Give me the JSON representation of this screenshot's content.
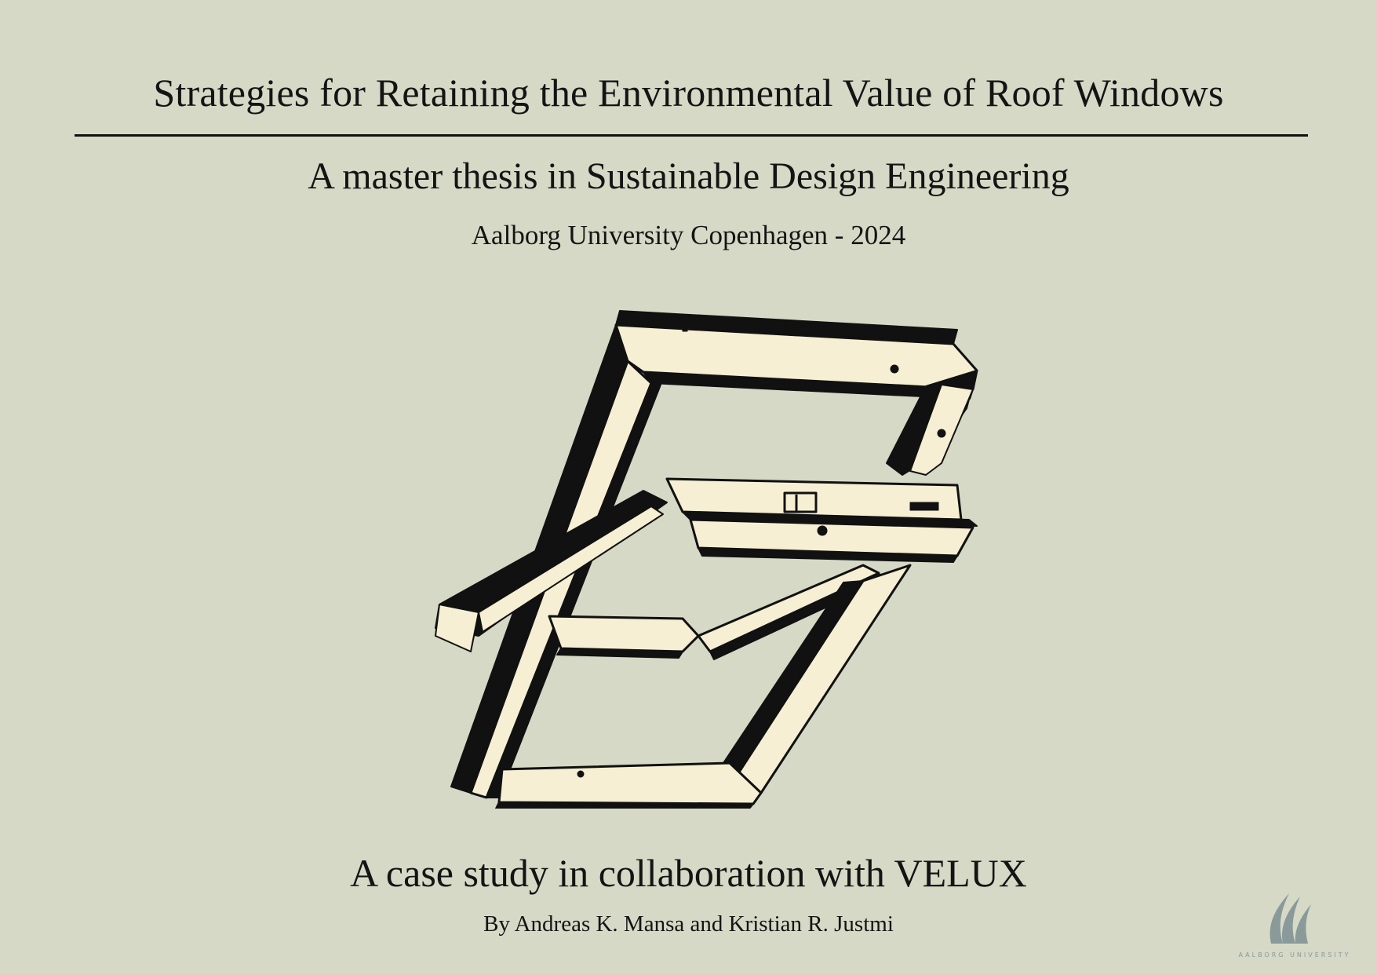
{
  "cover": {
    "title": "Strategies for Retaining the Environmental Value of Roof Windows",
    "subtitle": "A master thesis in Sustainable Design Engineering",
    "institution": "Aalborg University Copenhagen - 2024",
    "case_study": "A case study in collaboration with VELUX",
    "authors": "By Andreas K. Mansa and Kristian R. Justmi"
  },
  "logo": {
    "text": "AALBORG UNIVERSITY",
    "icon": "aalborg-university-wave-icon"
  },
  "illustration": {
    "icon": "roof-window-icon"
  },
  "colors": {
    "background": "#d5d9c6",
    "frame_fill": "#f6efd3",
    "ink": "#111111",
    "logo": "#8a9a9a"
  }
}
